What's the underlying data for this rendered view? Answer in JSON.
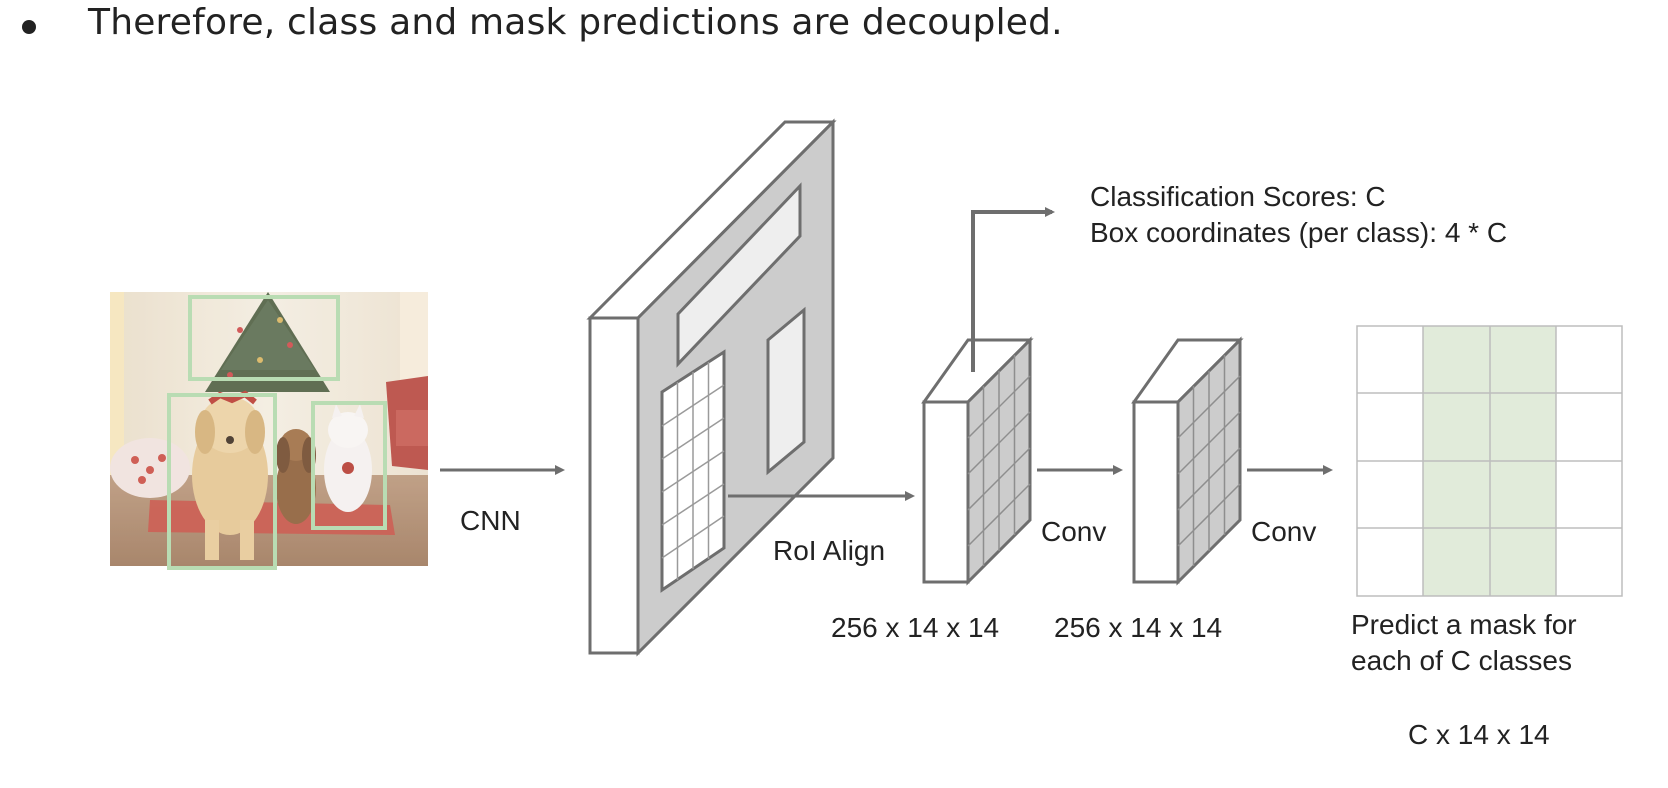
{
  "bullet": {
    "text": "Therefore, class and mask predictions are decoupled."
  },
  "diagram": {
    "input_image": {
      "subject": "photo of dogs and a cat in front of a christmas tree with green detection boxes",
      "box_color": "#b9dcb3"
    },
    "labels": {
      "cnn": "CNN",
      "roi_align": "RoI Align",
      "conv1": "Conv",
      "conv2": "Conv",
      "roi_dims": "256 x 14 x 14",
      "conv_dims": "256 x 14 x 14",
      "classification": "Classification Scores: C",
      "box_coords": "Box coordinates (per class): 4 * C",
      "mask_line1": "Predict a mask for",
      "mask_line2": "each of C classes",
      "mask_dims": "C x 14 x 14"
    },
    "colors": {
      "arrow": "#6e6e6e",
      "block_side": "#cccccc",
      "block_front": "#ffffff",
      "mask_fill": "#e1ebda",
      "grid_line": "#bdbdbd"
    }
  }
}
